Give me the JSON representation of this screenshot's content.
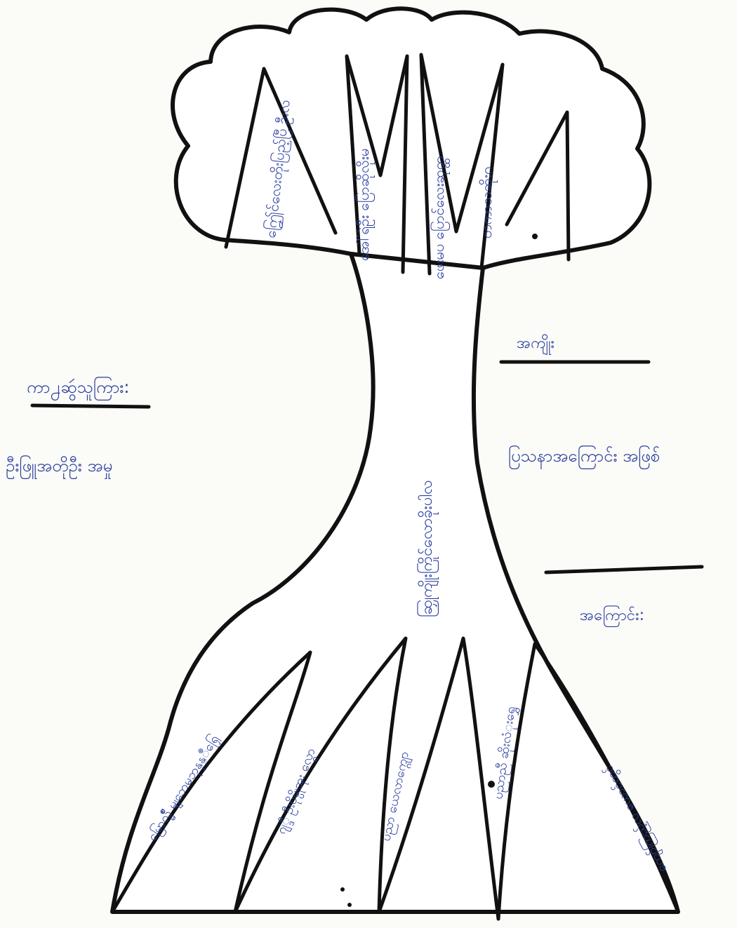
{
  "colors": {
    "ink": "#111111",
    "pen": "#2b3f9e",
    "paper": "#fbfbf8"
  },
  "left_panel": {
    "heading": "ကာ႕ဆွဴသူကြား:",
    "text": "ဦးဖြူအတိုဦး အမှု"
  },
  "right_panel": {
    "heading_top": "အကျိုး",
    "text": "ပြသနာအကြောင်း အဖြစ်",
    "heading_bottom": "အကြောင်း:"
  },
  "trunk": {
    "text": "ဆြှုကျိုးကြိုင်လောခိုးပါလ"
  },
  "branches": [
    {
      "text": "ဤြေင်လေးတိုးပြည့်ပြီ ဦးလ"
    },
    {
      "text": "အေါ်ရဲဦး ပြောဆိုလိုးမ"
    },
    {
      "text": "ဖေးမပ ပြောင်လေးဆုတ္ထ"
    },
    {
      "text": "တကာသဆိုးဂ"
    }
  ],
  "roots": [
    {
      "text": "မြောလ္မ်ဳိ မျဘေမဘုနုန္ဳရြှေ"
    },
    {
      "text": "ဂျ္ဒီ ဦးပိုမ္ပိုအုး လွော"
    },
    {
      "text": "ပညာ ယေလာက္ဂျော"
    },
    {
      "text": "ပညာညီ ဆိုးလံုးရွှေ"
    },
    {
      "text": "ကျော်ကြည့်လ ယောင်တွင်"
    }
  ]
}
